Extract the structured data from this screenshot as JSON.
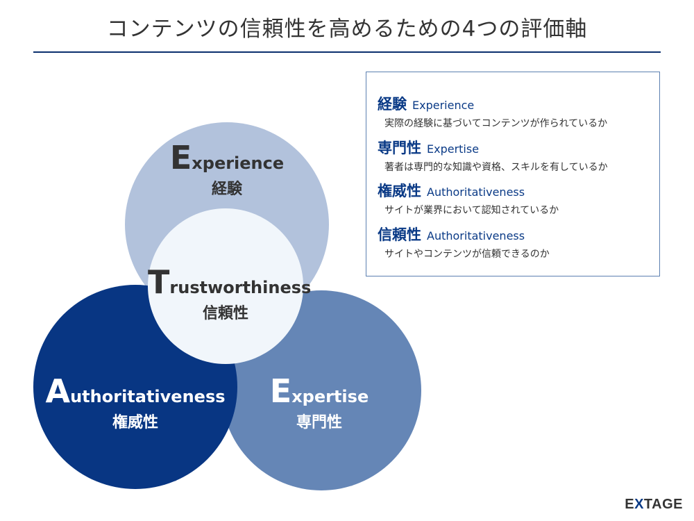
{
  "title": "コンテンツの信頼性を高めるための4つの評価軸",
  "colors": {
    "navy": "#083683",
    "mid_blue": "#6586b6",
    "light_blue": "#b2c2dc",
    "pale": "#f1f6fb",
    "accent_text": "#0a3a86"
  },
  "circles": {
    "experience": {
      "initial": "E",
      "rest": "xperience",
      "jp": "経験"
    },
    "trust": {
      "initial": "T",
      "rest": "rustworthiness",
      "jp": "信頼性"
    },
    "authority": {
      "initial": "A",
      "rest": "uthoritativeness",
      "jp": "権威性"
    },
    "expertise": {
      "initial": "E",
      "rest": "xpertise",
      "jp": "専門性"
    }
  },
  "legend": [
    {
      "jp": "経験",
      "en": "Experience",
      "desc": "実際の経験に基づいてコンテンツが作られているか"
    },
    {
      "jp": "専門性",
      "en": "Expertise",
      "desc": "著者は専門的な知識や資格、スキルを有しているか"
    },
    {
      "jp": "権威性",
      "en": "Authoritativeness",
      "desc": "サイトが業界において認知されているか"
    },
    {
      "jp": "信頼性",
      "en": "Authoritativeness",
      "desc": "サイトやコンテンツが信頼できるのか"
    }
  ],
  "logo": {
    "pre": "E",
    "x": "X",
    "post": "TAGE"
  }
}
